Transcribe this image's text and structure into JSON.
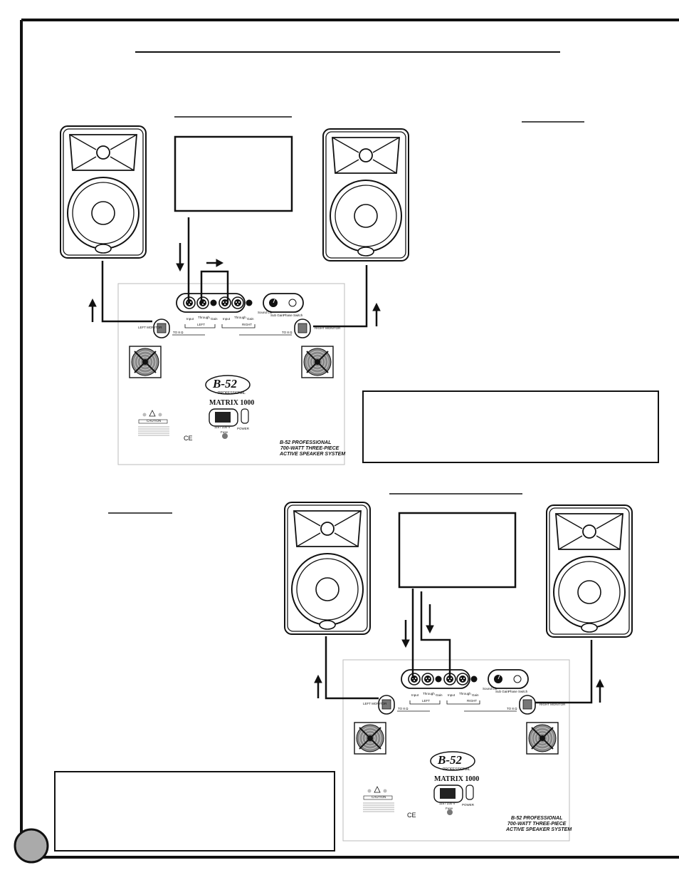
{
  "brand": {
    "logo_text": "B-52",
    "logo_sub": "PROFESSIONAL",
    "model": "MATRIX 1000",
    "footer_line1": "B-52 PROFESSIONAL",
    "footer_line2": "700-WATT THREE-PIECE",
    "footer_line3": "ACTIVE SPEAKER SYSTEM"
  },
  "panel_labels": {
    "input": "Input",
    "through": "Through",
    "gain": "Gain",
    "left": "LEFT",
    "right": "RIGHT",
    "sound_lift": "Sound Lift",
    "sub_gain": "Sub Gain",
    "phase_switch": "Phase Switch",
    "left_monitor": "LEFT MONITOR",
    "right_monitor": "RIGHT MONITOR",
    "power": "POWER",
    "caution": "CAUTION",
    "ce": "CE",
    "voltage": "115 / 230 V",
    "fuse": "Fuse",
    "ohms": "TO 8 Ω"
  },
  "colors": {
    "line": "#111111",
    "panel_border": "#bbbbbb",
    "grille": "#888888"
  }
}
